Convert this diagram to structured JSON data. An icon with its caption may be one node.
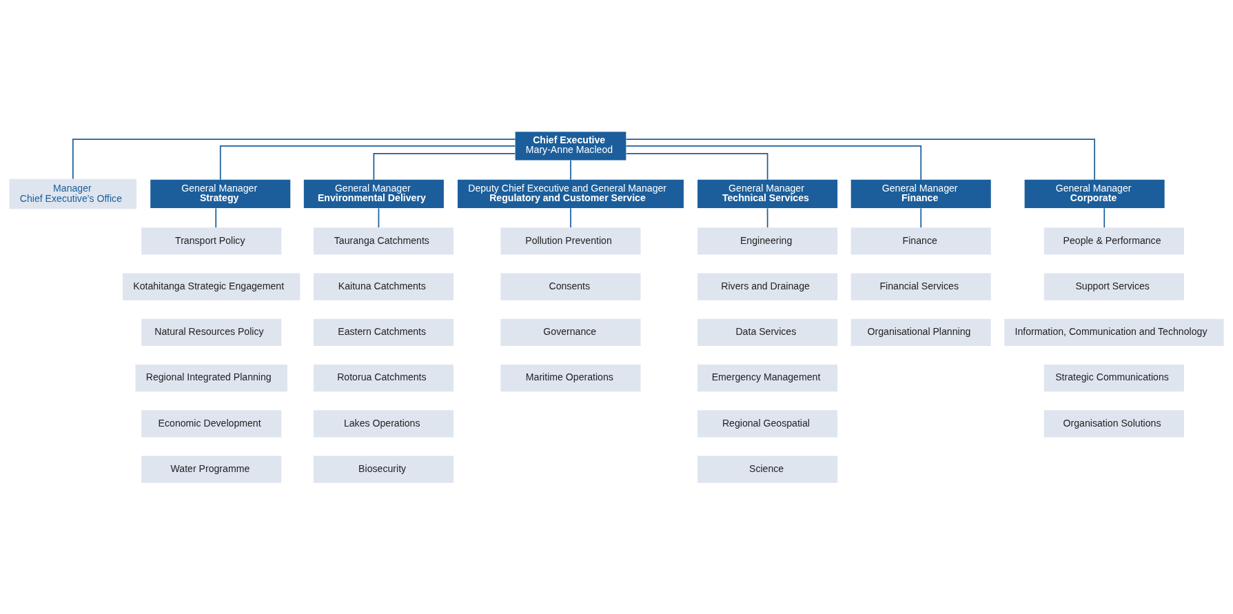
{
  "diagram": {
    "nodes": [
      {
        "text": [
          "Chief Executive",
          "Mary-Anne Macleod"
        ]
      },
      {
        "text": [
          "Manager",
          "Chief Executive's Office"
        ]
      },
      {
        "text": [
          "General Manager",
          "Strategy"
        ]
      },
      {
        "text": [
          "General Manager",
          "Environmental Delivery"
        ]
      },
      {
        "text": [
          "Deputy Chief Executive and General Manager",
          "Regulatory and Customer Service"
        ]
      },
      {
        "text": [
          "General Manager",
          "Technical Services"
        ]
      },
      {
        "text": [
          "General Manager",
          "Finance"
        ]
      },
      {
        "text": [
          "General Manager",
          "Corporate"
        ]
      },
      {
        "text": [
          "Transport Policy"
        ]
      },
      {
        "text": [
          "Kotahitanga Strategic Engagement"
        ]
      },
      {
        "text": [
          "Natural Resources Policy"
        ]
      },
      {
        "text": [
          "Regional Integrated Planning"
        ]
      },
      {
        "text": [
          "Economic Development"
        ]
      },
      {
        "text": [
          "Water Programme"
        ]
      },
      {
        "text": [
          "Tauranga Catchments"
        ]
      },
      {
        "text": [
          "Kaituna Catchments"
        ]
      },
      {
        "text": [
          "Eastern Catchments"
        ]
      },
      {
        "text": [
          "Rotorua Catchments"
        ]
      },
      {
        "text": [
          "Lakes Operations"
        ]
      },
      {
        "text": [
          "Biosecurity"
        ]
      },
      {
        "text": [
          "Pollution Prevention"
        ]
      },
      {
        "text": [
          "Consents"
        ]
      },
      {
        "text": [
          "Governance"
        ]
      },
      {
        "text": [
          "Maritime Operations"
        ]
      },
      {
        "text": [
          "Engineering"
        ]
      },
      {
        "text": [
          "Rivers and Drainage"
        ]
      },
      {
        "text": [
          "Data Services"
        ]
      },
      {
        "text": [
          "Emergency Management"
        ]
      },
      {
        "text": [
          "Regional Geospatial"
        ]
      },
      {
        "text": [
          "Science"
        ]
      },
      {
        "text": [
          "Finance"
        ]
      },
      {
        "text": [
          "Financial Services"
        ]
      },
      {
        "text": [
          "Organisational Planning"
        ]
      },
      {
        "text": [
          "People & Performance"
        ]
      },
      {
        "text": [
          "Support Services"
        ]
      },
      {
        "text": [
          "Information, Communication and Technology"
        ]
      },
      {
        "text": [
          "Strategic Communications"
        ]
      },
      {
        "text": [
          "Organisation Solutions"
        ]
      }
    ],
    "edges": [
      {
        "from": 0,
        "to": 1,
        "arrow": "none"
      },
      {
        "from": 0,
        "to": 2,
        "arrow": "none"
      },
      {
        "from": 0,
        "to": 3,
        "arrow": "none"
      },
      {
        "from": 0,
        "to": 4,
        "arrow": "none"
      },
      {
        "from": 0,
        "to": 5,
        "arrow": "none"
      },
      {
        "from": 0,
        "to": 6,
        "arrow": "none"
      },
      {
        "from": 0,
        "to": 7,
        "arrow": "none"
      },
      {
        "from": 2,
        "to": 8,
        "arrow": "none"
      },
      {
        "from": 3,
        "to": 14,
        "arrow": "none"
      },
      {
        "from": 4,
        "to": 20,
        "arrow": "none"
      },
      {
        "from": 5,
        "to": 24,
        "arrow": "none"
      },
      {
        "from": 6,
        "to": 30,
        "arrow": "none"
      },
      {
        "from": 7,
        "to": 33,
        "arrow": "none"
      }
    ]
  }
}
